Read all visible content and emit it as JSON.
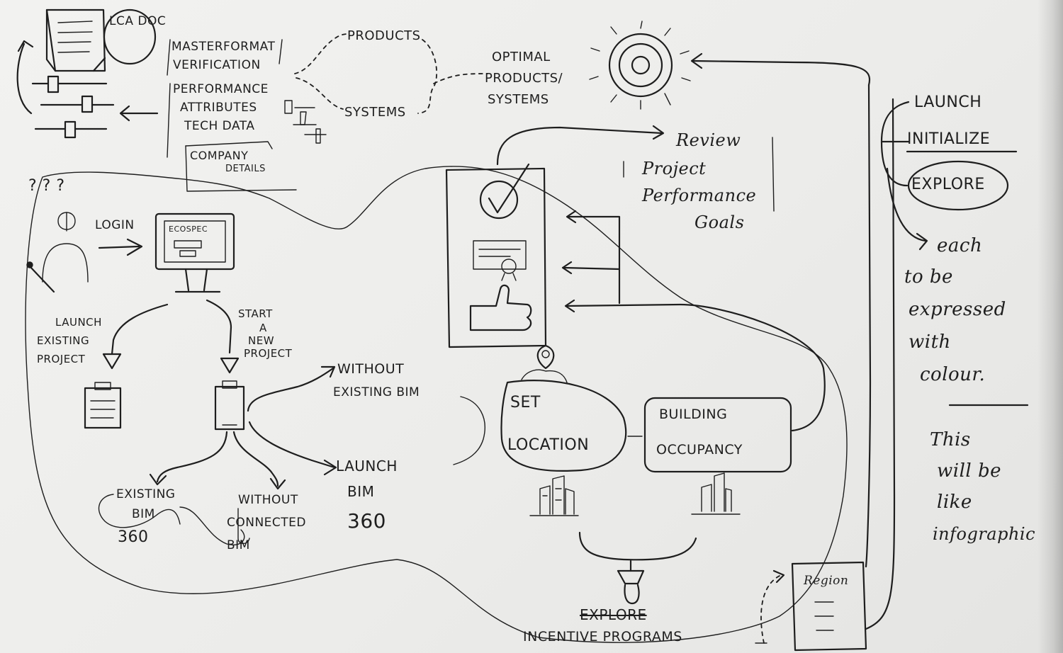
{
  "doc_icon": {
    "label": "LCA DOC"
  },
  "spec_list": {
    "items": [
      "MASTERFORMAT",
      "VERIFICATION",
      "PERFORMANCE",
      "ATTRIBUTES",
      "TECH DATA",
      "COMPANY",
      "DETAILS"
    ]
  },
  "branches": {
    "products": "PRODUCTS",
    "systems": "SYSTEMS"
  },
  "optimal": {
    "line1": "OPTIMAL",
    "line2": "PRODUCTS/",
    "line3": "SYSTEMS"
  },
  "review": {
    "line1": "Review",
    "line2": "Project",
    "line3": "Performance",
    "line4": "Goals"
  },
  "modes": {
    "launch": "LAUNCH",
    "initialize": "INITIALIZE",
    "explore": "EXPLORE"
  },
  "side_note": {
    "line1": "each",
    "line2": "to be",
    "line3": "expressed",
    "line4": "with",
    "line5": "colour.",
    "line6": "This",
    "line7": "will be",
    "line8": "like",
    "line9": "infographic"
  },
  "login": {
    "question": "? ? ?",
    "label": "LOGIN",
    "screen_brand": "ECOSPEC"
  },
  "launch_existing": {
    "line1": "LAUNCH",
    "line2": "EXISTING",
    "line3": "PROJECT"
  },
  "start_new": {
    "line1": "START",
    "line2": "A",
    "line3": "NEW",
    "line4": "PROJECT"
  },
  "without_existing_bim": {
    "line1": "WITHOUT",
    "line2": "EXISTING BIM"
  },
  "existing_bim360": {
    "line1": "EXISTING",
    "line2": "BIM",
    "line3": "360"
  },
  "without_connected_bim": {
    "line1": "WITHOUT",
    "line2": "CONNECTED",
    "line3": "BIM"
  },
  "launch_bim360": {
    "line1": "LAUNCH",
    "line2": "BIM",
    "line3": "360"
  },
  "set_location": {
    "line1": "SET",
    "line2": "LOCATION"
  },
  "building_occupancy": {
    "line1": "BUILDING",
    "line2": "OCCUPANCY"
  },
  "incentive": {
    "struck": "EXPLORE",
    "label": "INCENTIVE PROGRAMS"
  },
  "region": {
    "label": "Region"
  }
}
